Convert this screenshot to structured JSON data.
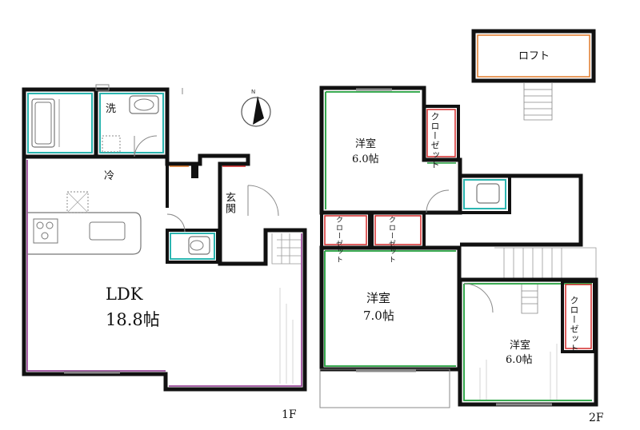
{
  "floors": {
    "first": "1F",
    "second": "2F"
  },
  "loft": {
    "label": "ロフト"
  },
  "first_floor": {
    "ldk": {
      "name": "LDK",
      "size": "18.8帖"
    },
    "washroom": "洗",
    "fridge": "冷",
    "entrance": "玄関"
  },
  "second_floor": {
    "room_top": {
      "name": "洋室",
      "size": "6.0帖"
    },
    "room_left": {
      "name": "洋室",
      "size": "7.0帖"
    },
    "room_right": {
      "name": "洋室",
      "size": "6.0帖"
    },
    "closet_label": "クローゼット"
  },
  "colors": {
    "wall": "#111111",
    "teal_edge": "#2bb5b0",
    "red_edge": "#d42b2b",
    "green_edge": "#1f9e3a",
    "purple_edge": "#8a2d8a",
    "orange_edge": "#e07a2a",
    "fixture": "#777777"
  },
  "icons": [
    "compass-icon",
    "bathtub-icon",
    "sink-icon",
    "toilet-icon",
    "stove-icon",
    "stairs-icon"
  ]
}
